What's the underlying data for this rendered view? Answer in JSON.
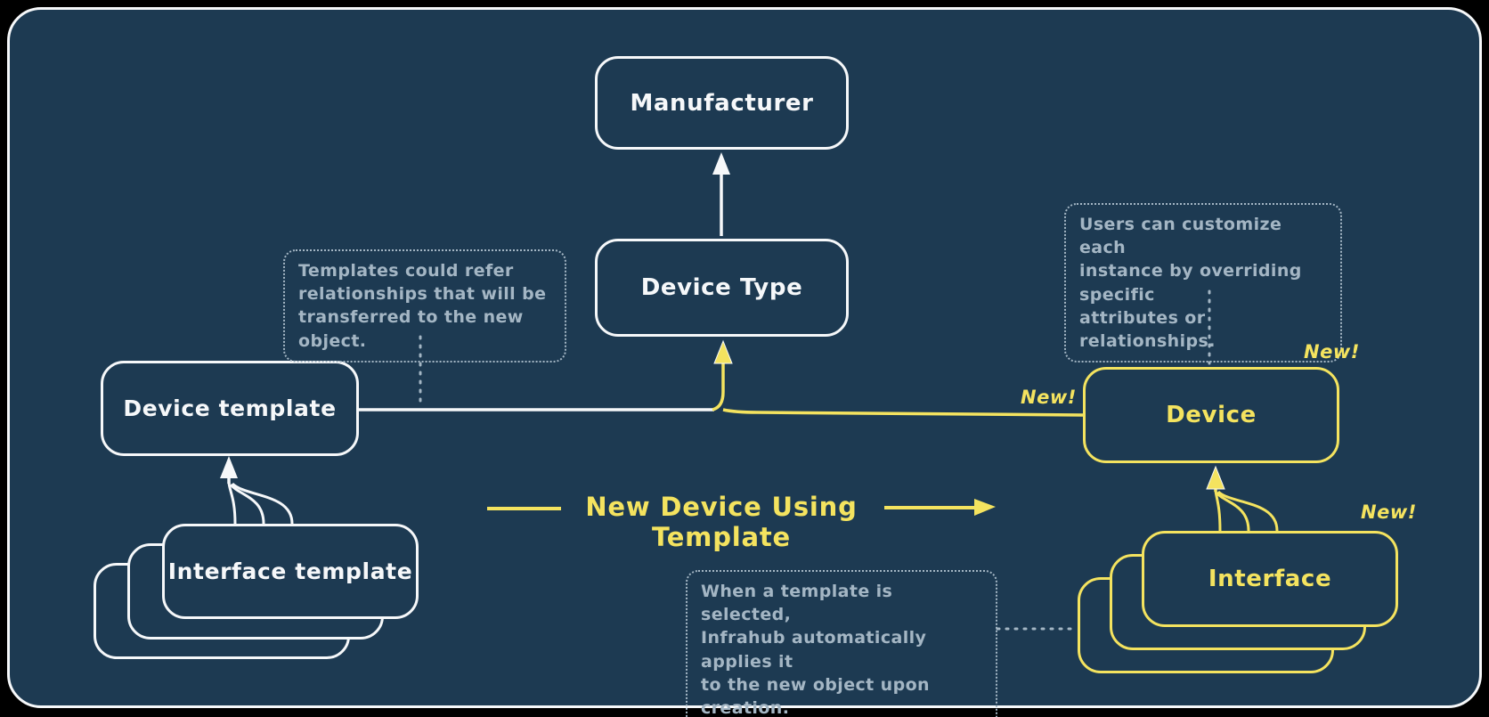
{
  "palette": {
    "background": "#000000",
    "surface": "#1d3a52",
    "stroke": "#f6f8fa",
    "accent": "#f4e35f",
    "annotation": "#a4b6c4"
  },
  "nodes": {
    "manufacturer": {
      "label": "Manufacturer"
    },
    "device_type": {
      "label": "Device Type"
    },
    "device_template": {
      "label": "Device template"
    },
    "interface_template": {
      "label": "Interface template"
    },
    "device": {
      "label": "Device"
    },
    "interface": {
      "label": "Interface"
    }
  },
  "badges": {
    "line_new": "New!",
    "device_new": "New!",
    "interface_new": "New!"
  },
  "flow": {
    "label": "New Device Using Template"
  },
  "annotations": {
    "templates_note": "Templates could refer\nrelationships that will be\ntransferred to the new object.",
    "customize_note": "Users can customize each\ninstance by overriding specific\nattributes or relationships.",
    "apply_note": "When a template is selected,\nInfrahub automatically applies it\nto the new object upon creation."
  }
}
